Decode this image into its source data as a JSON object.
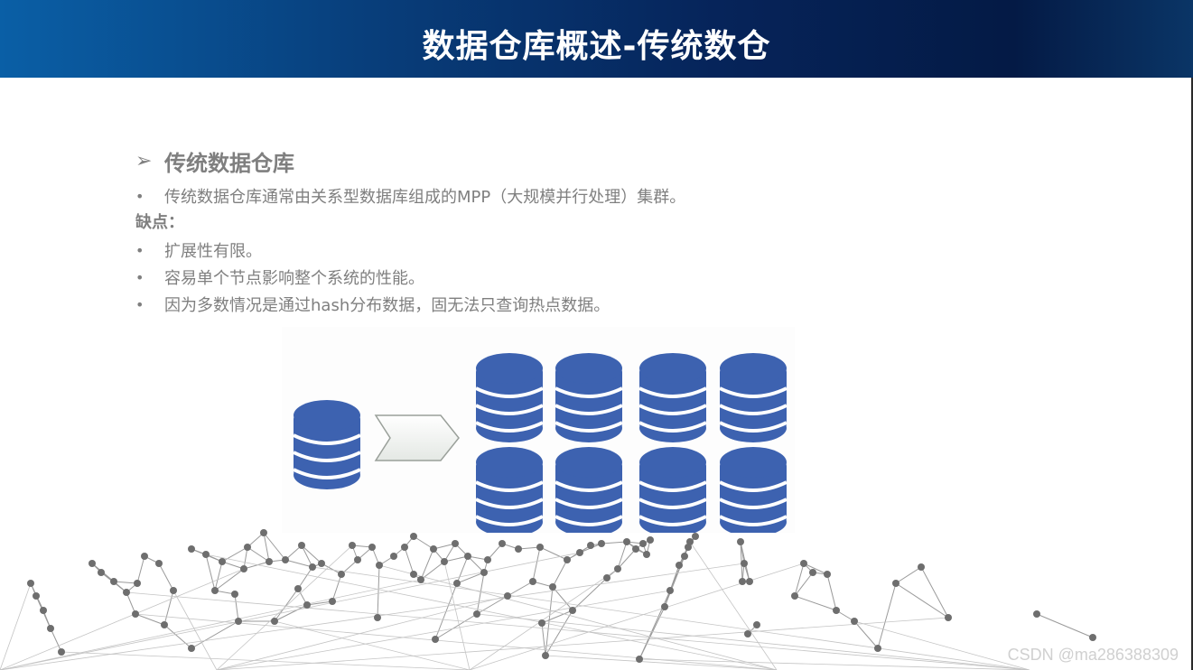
{
  "slide": {
    "title": "数据仓库概述-传统数仓"
  },
  "section": {
    "bullet_glyph": "➢",
    "heading": "传统数据仓库",
    "intro": "传统数据仓库通常由关系型数据库组成的MPP（大规模并行处理）集群。",
    "cons_label": "缺点：",
    "cons": [
      "扩展性有限。",
      "容易单个节点影响整个系统的性能。",
      "因为多数情况是通过hash分布数据，固无法只查询热点数据。"
    ]
  },
  "diagram": {
    "source_db_icon": "database-icon",
    "arrow_icon": "chevron-arrow-icon",
    "cluster_db_count": 8,
    "db_color": "#3d62b0"
  },
  "watermark": "CSDN @ma286388309",
  "colors": {
    "header_dark": "#041a45",
    "header_light": "#0a5fa6",
    "text_gray": "#7f7f7f"
  }
}
